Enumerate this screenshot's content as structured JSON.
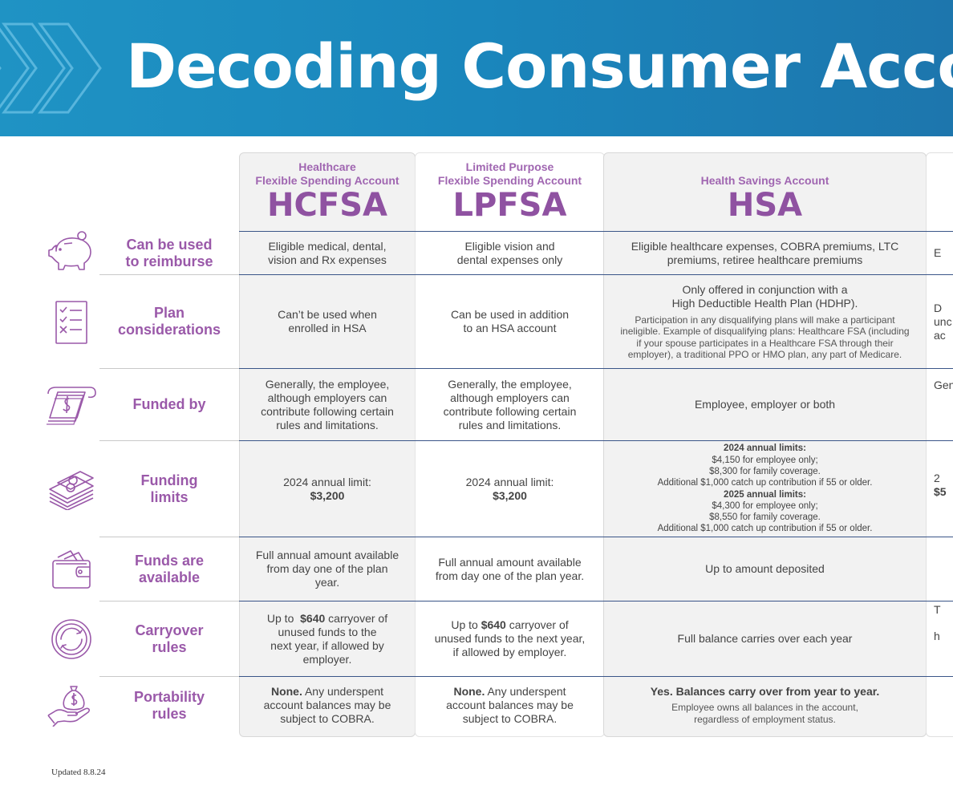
{
  "banner": {
    "title": "Decoding Consumer Accoun"
  },
  "columns": [
    {
      "sub1": "Healthcare",
      "sub2": "Flexible Spending Account",
      "abbr": "HCFSA"
    },
    {
      "sub1": "Limited Purpose",
      "sub2": "Flexible Spending Account",
      "abbr": "LPFSA"
    },
    {
      "sub1": "",
      "sub2": "Health Savings Account",
      "abbr": "HSA"
    }
  ],
  "rows": {
    "reimburse": {
      "label1": "Can be used",
      "label2": "to reimburse",
      "hcfsa": [
        "Eligible medical, dental,",
        "vision and Rx expenses"
      ],
      "lpfsa": [
        "Eligible vision and",
        "dental expenses only"
      ],
      "hsa": [
        "Eligible healthcare expenses, COBRA premiums, LTC",
        "premiums, retiree healthcare premiums"
      ],
      "next": [
        "E"
      ]
    },
    "plan": {
      "label1": "Plan",
      "label2": "considerations",
      "hcfsa": [
        "Can’t be used when",
        "enrolled in HSA"
      ],
      "lpfsa": [
        "Can be used in addition",
        "to an HSA account"
      ],
      "hsa_main": [
        "Only offered in conjunction with a",
        "High Deductible Health Plan (HDHP)."
      ],
      "hsa_note": [
        "Participation in any disqualifying plans will make a participant",
        "ineligible. Example of disqualifying plans: Healthcare FSA (including",
        "if your spouse participates in a Healthcare FSA through their",
        "employer), a traditional  PPO or HMO plan, any part of Medicare."
      ],
      "next": [
        "D",
        "unc",
        "ac"
      ]
    },
    "funded": {
      "label1": "Funded by",
      "label2": "",
      "hcfsa": [
        "Generally, the employee,",
        "although employers can",
        "contribute following certain",
        "rules and limitations."
      ],
      "lpfsa": [
        "Generally, the employee,",
        "although employers can",
        "contribute following certain",
        "rules and limitations."
      ],
      "hsa": [
        "Employee, employer or both"
      ],
      "next": [
        "Gen"
      ]
    },
    "limits": {
      "label1": "Funding",
      "label2": "limits",
      "hcfsa_line": "2024 annual limit:",
      "hcfsa_amount": "$3,200",
      "lpfsa_line": "2024 annual limit:",
      "lpfsa_amount": "$3,200",
      "hsa_head_2024": "2024 annual limits:",
      "hsa_2024": [
        "$4,150 for employee only;",
        "$8,300 for family coverage.",
        "Additional $1,000 catch up contribution if 55 or older."
      ],
      "hsa_head_2025": "2025 annual limits:",
      "hsa_2025": [
        "$4,300 for employee only;",
        "$8,550 for family coverage.",
        "Additional $1,000 catch up contribution if 55 or older."
      ],
      "next": [
        "2",
        "$5"
      ]
    },
    "available": {
      "label1": "Funds are",
      "label2": "available",
      "hcfsa": [
        "Full annual amount available",
        "from day one of the plan",
        "year."
      ],
      "lpfsa": [
        "Full annual amount available",
        "from day one of the plan year."
      ],
      "hsa": [
        "Up to amount deposited"
      ],
      "next": [
        ""
      ]
    },
    "carryover": {
      "label1": "Carryover",
      "label2": "rules",
      "hcfsa_pre": "Up to  ",
      "hcfsa_amount": "$640",
      "hcfsa_post": " carryover of",
      "hcfsa_rest": [
        "unused funds to the",
        "next year, if allowed by",
        "employer."
      ],
      "lpfsa_pre": "Up to ",
      "lpfsa_amount": "$640",
      "lpfsa_post": " carryover of",
      "lpfsa_rest": [
        "unused funds to the next year,",
        "if allowed by employer."
      ],
      "hsa": [
        "Full balance carries over each year"
      ],
      "next": [
        "T",
        "",
        "h"
      ]
    },
    "portability": {
      "label1": "Portability",
      "label2": "rules",
      "hcfsa_bold": "None.",
      "hcfsa_rest1": " Any underspent",
      "hcfsa_rest": [
        "account balances may be",
        "subject to COBRA."
      ],
      "lpfsa_bold": "None.",
      "lpfsa_rest1": " Any underspent",
      "lpfsa_rest": [
        "account balances may be",
        "subject to COBRA."
      ],
      "hsa_bold": "Yes. Balances carry over from year to year.",
      "hsa_note": [
        "Employee owns all balances in the account,",
        "regardless of employment status."
      ]
    }
  },
  "footer": {
    "updated": "Updated 8.8.24"
  },
  "colors": {
    "banner": "#1a86bc",
    "purple": "#9a59a9",
    "rule_blue": "#3a5588",
    "panel_gray": "#f2f2f2"
  },
  "icons": [
    "piggy-bank-icon",
    "checklist-icon",
    "cash-hand-icon",
    "money-stack-icon",
    "wallet-icon",
    "recycle-arrows-icon",
    "money-bag-hand-icon"
  ]
}
